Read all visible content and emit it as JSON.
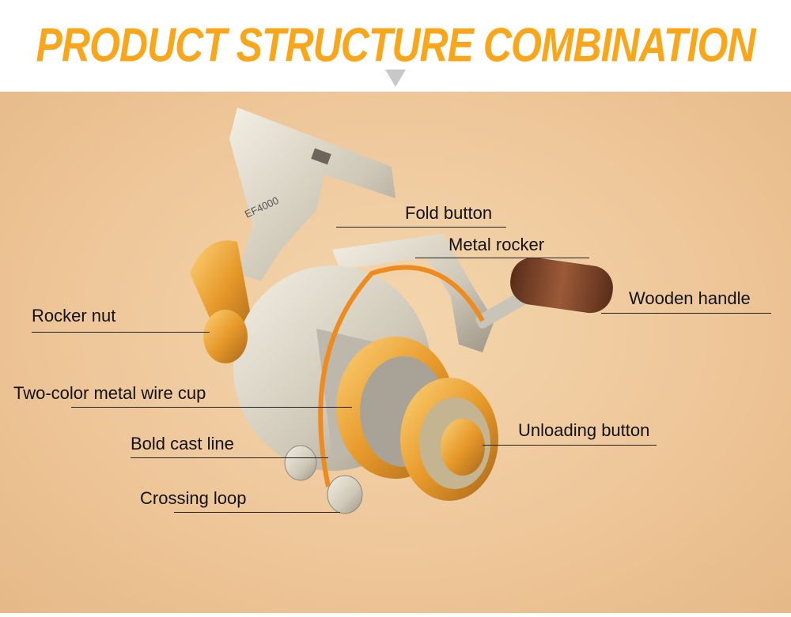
{
  "title": "PRODUCT STRUCTURE COMBINATION",
  "model_marking": "EF4000",
  "labels": {
    "fold_button": "Fold button",
    "metal_rocker": "Metal rocker",
    "wooden_handle": "Wooden handle",
    "rocker_nut": "Rocker nut",
    "wire_cup": "Two-color metal wire cup",
    "cast_line": "Bold cast line",
    "unloading_button": "Unloading button",
    "crossing_loop": "Crossing loop"
  },
  "colors": {
    "title": "#f9a61b",
    "accent_gold": "#f0a63a"
  }
}
